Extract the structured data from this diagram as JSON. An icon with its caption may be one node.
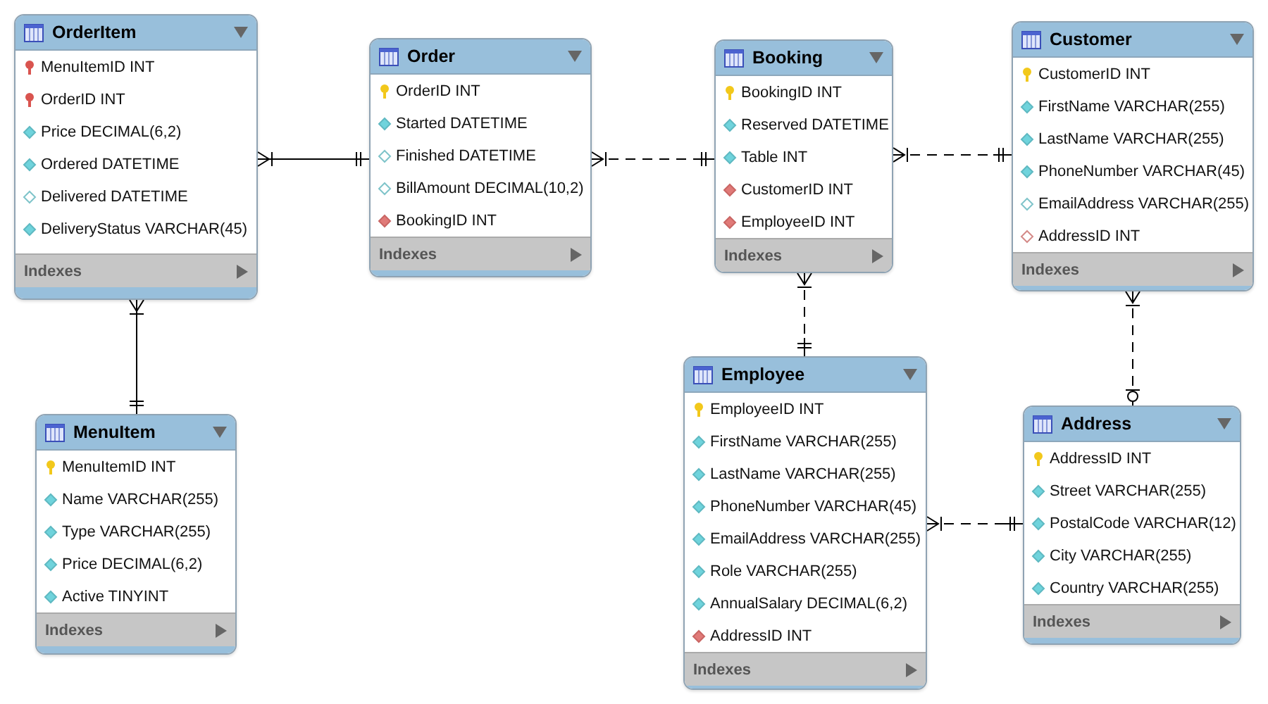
{
  "diagram": {
    "nodes": [
      {
        "text": [
          "OrderItem",
          "MenuItemID INT",
          "OrderID INT",
          "Price DECIMAL(6,2)",
          "Ordered DATETIME",
          "Delivered DATETIME",
          "DeliveryStatus VARCHAR(45)",
          "Indexes"
        ]
      },
      {
        "text": [
          "Order",
          "OrderID INT",
          "Started DATETIME",
          "Finished DATETIME",
          "BillAmount DECIMAL(10,2)",
          "BookingID INT",
          "Indexes"
        ]
      },
      {
        "text": [
          "Booking",
          "BookingID INT",
          "Reserved DATETIME",
          "Table INT",
          "CustomerID INT",
          "EmployeeID INT",
          "Indexes"
        ]
      },
      {
        "text": [
          "Customer",
          "CustomerID INT",
          "FirstName VARCHAR(255)",
          "LastName VARCHAR(255)",
          "PhoneNumber VARCHAR(45)",
          "EmailAddress VARCHAR(255)",
          "AddressID INT",
          "Indexes"
        ]
      },
      {
        "text": [
          "MenuItem",
          "MenuItemID INT",
          "Name VARCHAR(255)",
          "Type VARCHAR(255)",
          "Price DECIMAL(6,2)",
          "Active TINYINT",
          "Indexes"
        ]
      },
      {
        "text": [
          "Employee",
          "EmployeeID INT",
          "FirstName VARCHAR(255)",
          "LastName VARCHAR(255)",
          "PhoneNumber VARCHAR(45)",
          "EmailAddress VARCHAR(255)",
          "Role VARCHAR(255)",
          "AnnualSalary DECIMAL(6,2)",
          "AddressID INT",
          "Indexes"
        ]
      },
      {
        "text": [
          "Address",
          "AddressID INT",
          "Street VARCHAR(255)",
          "PostalCode VARCHAR(12)",
          "City VARCHAR(255)",
          "Country VARCHAR(255)",
          "Indexes"
        ]
      }
    ],
    "edges": [
      {
        "from": 0,
        "to": 1,
        "arrow": "other"
      },
      {
        "from": 1,
        "to": 2,
        "arrow": "other",
        "style": "dashed"
      },
      {
        "from": 2,
        "to": 3,
        "arrow": "other",
        "style": "dashed"
      },
      {
        "from": 0,
        "to": 4,
        "arrow": "other"
      },
      {
        "from": 2,
        "to": 5,
        "arrow": "other",
        "style": "dashed"
      },
      {
        "from": 3,
        "to": 6,
        "arrow": "other",
        "style": "dashed"
      },
      {
        "from": 5,
        "to": 6,
        "arrow": "other",
        "style": "dashed"
      }
    ]
  }
}
